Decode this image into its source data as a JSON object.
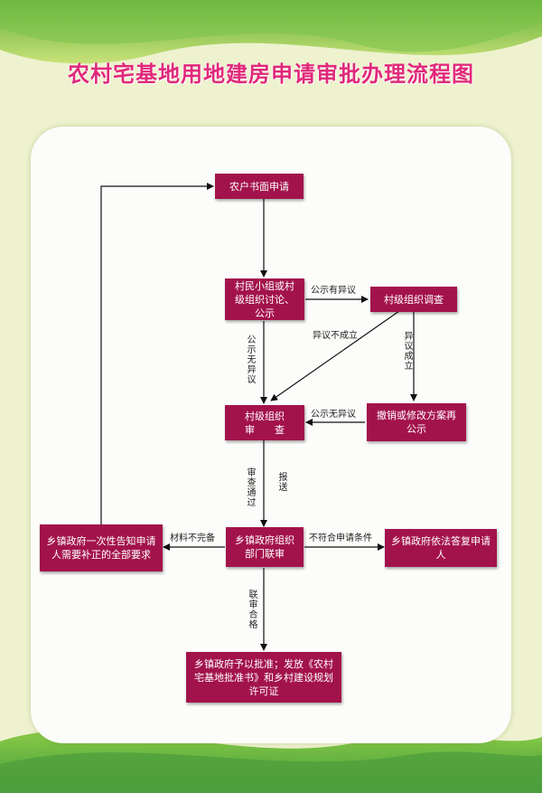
{
  "title": "农村宅基地用地建房申请审批办理流程图",
  "colors": {
    "title": "#e0297a",
    "box": "#a3134b",
    "line": "#111111"
  },
  "nodes": {
    "n1": "农户书面申请",
    "n2": "村民小组或村级组织讨论、公示",
    "n3": "村级组织调查",
    "n4": "村级组织\n审　　查",
    "n5": "撤销或修改方案再公示",
    "n6": "乡镇政府组织部门联审",
    "n7": "乡镇政府一次性告知申请人需要补正的全部要求",
    "n8": "乡镇政府依法答复申请人",
    "n9": "乡镇政府予以批准；发放《农村宅基地批准书》和乡村建设规划许可证"
  },
  "edges": {
    "public_objection": "公示有异议",
    "objection_invalid": "异议不成立",
    "objection_valid": "异议成立",
    "no_objection_public": "公示无异议",
    "no_objection_revised": "公示无异议",
    "review_passed": "审查通过",
    "report": "报送",
    "materials_incomplete": "材料不完备",
    "not_eligible": "不符合申请条件",
    "joint_review_passed": "联审合格"
  }
}
